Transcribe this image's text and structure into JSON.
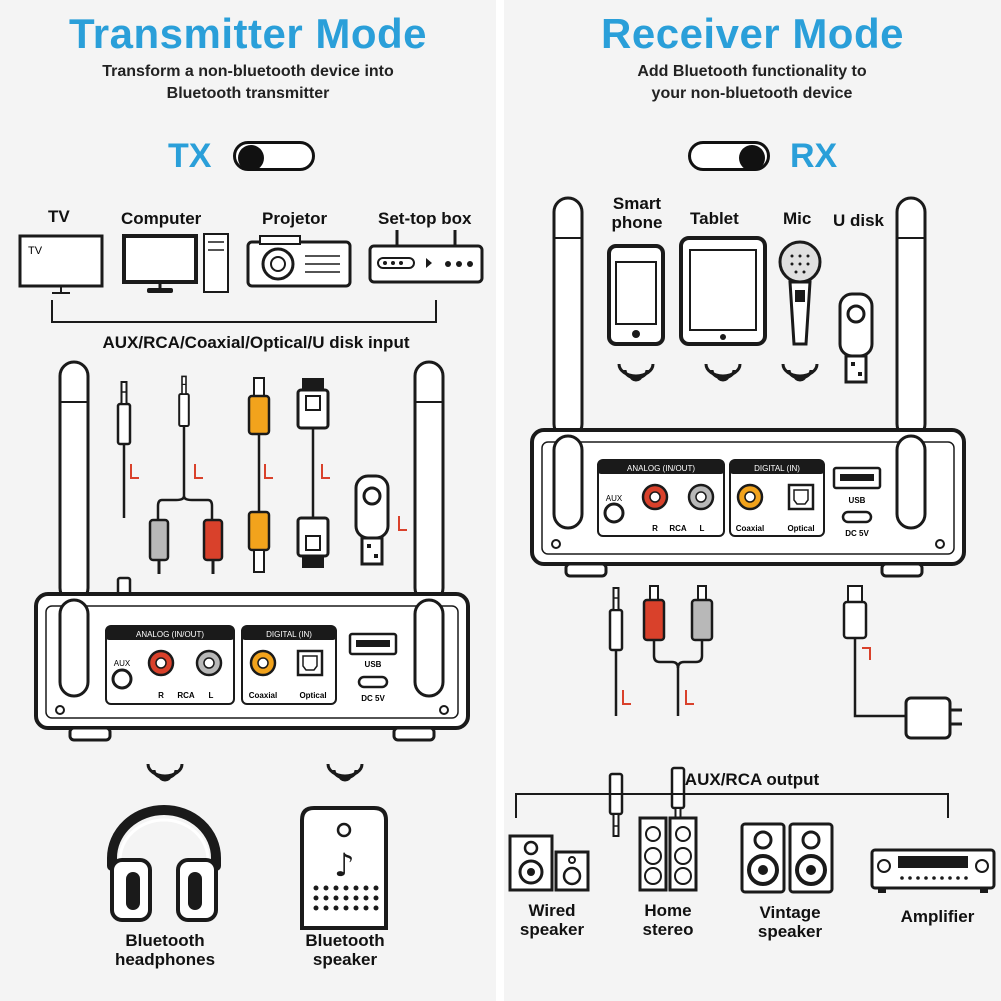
{
  "colors": {
    "accent": "#2a9fd9",
    "red": "#d9412b",
    "orange": "#f2a31c",
    "gray": "#b8b8b8",
    "line": "#1a1a1a",
    "panel": "#f4f4f4"
  },
  "transmitter": {
    "title": "Transmitter Mode",
    "subtitle_1": "Transform a non-bluetooth device into",
    "subtitle_2": "Bluetooth transmitter",
    "mode_label": "TX",
    "sources": [
      "TV",
      "Computer",
      "Projetor",
      "Set-top box"
    ],
    "tv_screen_text": "TV",
    "input_caption": "AUX/RCA/Coaxial/Optical/U disk input",
    "outputs": {
      "headphones_1": "Bluetooth",
      "headphones_2": "headphones",
      "speaker_1": "Bluetooth",
      "speaker_2": "speaker"
    }
  },
  "receiver": {
    "title": "Receiver Mode",
    "subtitle_1": "Add Bluetooth functionality to",
    "subtitle_2": "your non-bluetooth device",
    "mode_label": "RX",
    "sources": {
      "smart_1": "Smart",
      "smart_2": "phone",
      "tablet": "Tablet",
      "mic": "Mic",
      "udisk": "U disk"
    },
    "output_caption": "AUX/RCA output",
    "outputs": {
      "wired_1": "Wired",
      "wired_2": "speaker",
      "home_1": "Home",
      "home_2": "stereo",
      "vintage_1": "Vintage",
      "vintage_2": "speaker",
      "amp": "Amplifier"
    }
  },
  "device_panel": {
    "analog": "ANALOG  (IN/OUT)",
    "digital": "DIGITAL  (IN)",
    "aux": "AUX",
    "r": "R",
    "rca": "RCA",
    "l": "L",
    "coaxial": "Coaxial",
    "optical": "Optical",
    "usb": "USB",
    "dc": "DC 5V"
  }
}
